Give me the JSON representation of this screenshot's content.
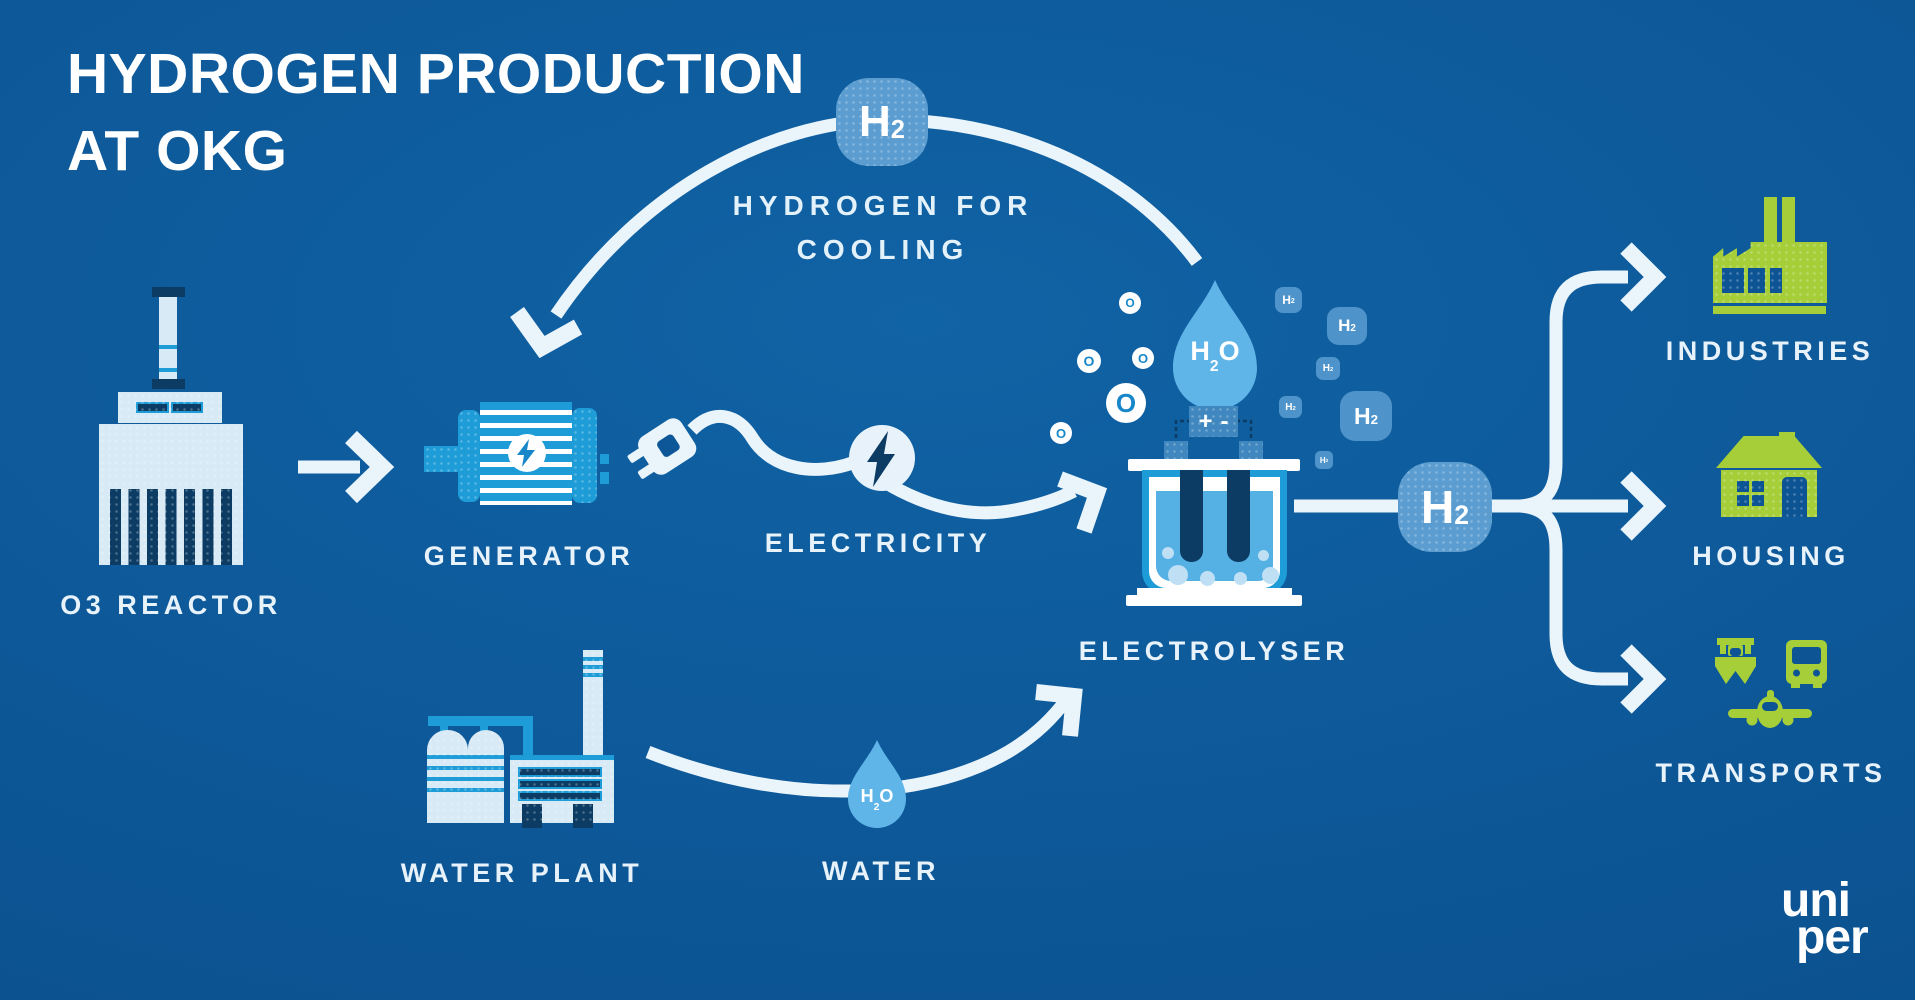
{
  "title": {
    "line1": "HYDROGEN PRODUCTION",
    "line2": "AT OKG"
  },
  "flow": {
    "cooling": {
      "line1": "HYDROGEN FOR",
      "line2": "COOLING"
    },
    "labels": {
      "reactor": "O3 REACTOR",
      "generator": "GENERATOR",
      "electricity": "ELECTRICITY",
      "electrolyser": "ELECTROLYSER",
      "water_plant": "WATER PLANT",
      "water": "WATER",
      "industries": "INDUSTRIES",
      "housing": "HOUSING",
      "transports": "TRANSPORTS"
    }
  },
  "molecules": {
    "h2": {
      "pre": "H",
      "sub": "2"
    },
    "h2o": {
      "pre": "H",
      "sub": "2",
      "post": "O"
    },
    "o": "O"
  },
  "electrolyser_battery": {
    "plus": "+",
    "minus": "-"
  },
  "logo": {
    "line1": "uni",
    "line2": "per"
  },
  "colors": {
    "background_center": "#1063A5",
    "background_edge": "#094B87",
    "accent_blue": "#1E9CD7",
    "light_icon": "#D8EAF6",
    "badge_blue": "#5B9DD1",
    "bubble_badge_blue": "#4E94CB",
    "droplet_blue": "#5FB5E8",
    "water_blue": "#55B0E4",
    "navy": "#0C3C64",
    "battery_blue": "#3F87BE",
    "green": "#A5CE39",
    "line_light": "#EAF4FB"
  }
}
